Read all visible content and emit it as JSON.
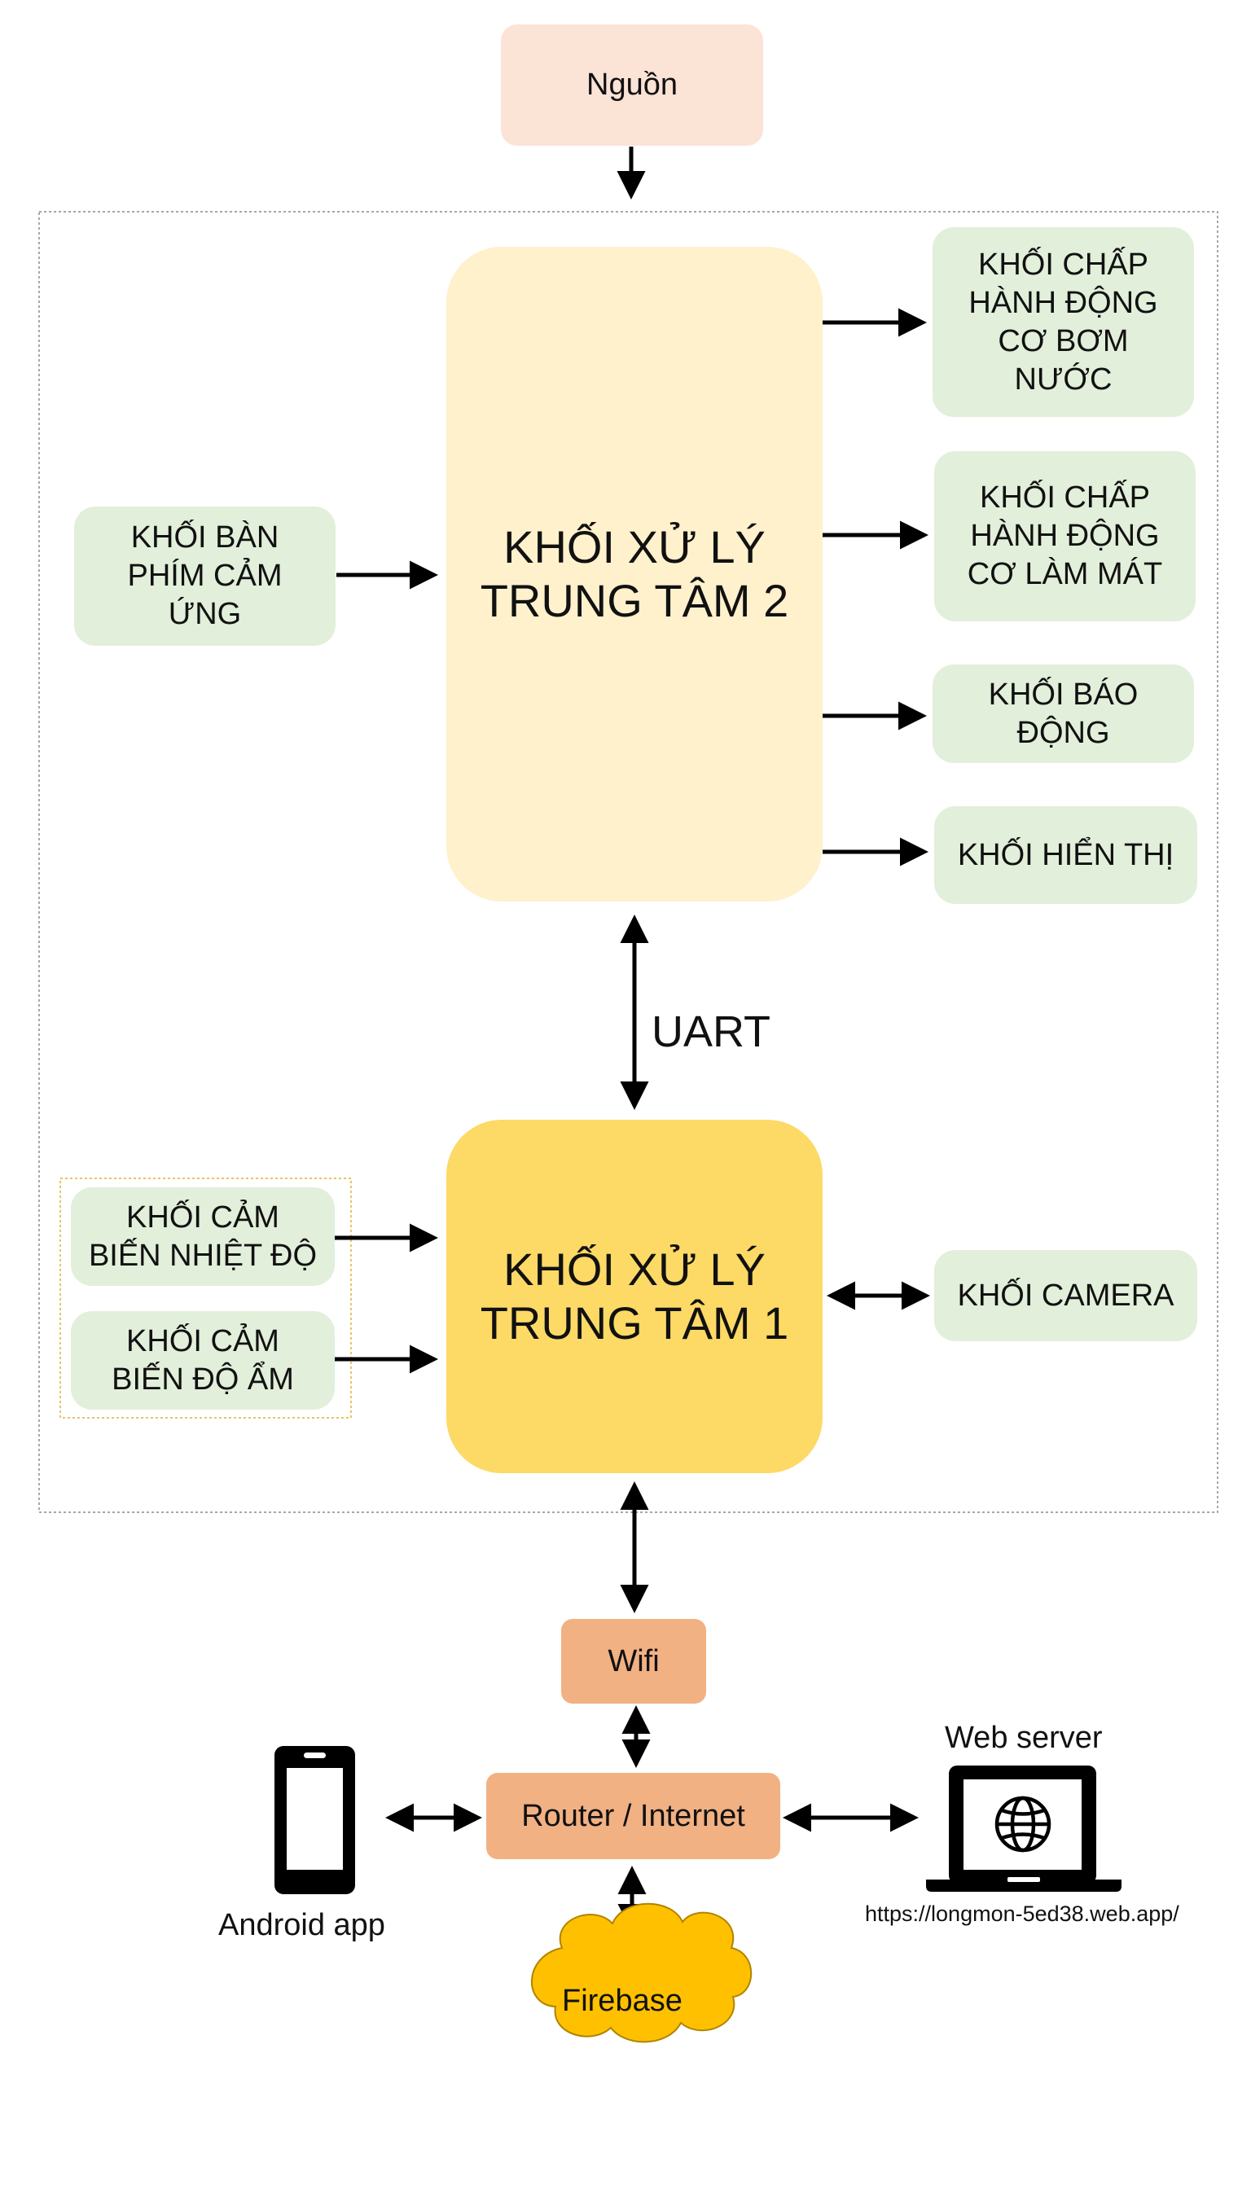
{
  "colors": {
    "power": "#fbe3d6",
    "cpu2": "#fef1cc",
    "cpu1": "#fdd966",
    "block": "#e2efda",
    "network": "#f2b183",
    "cloud": "#ffc000",
    "arrow": "#000000"
  },
  "power": {
    "label": "Nguồn"
  },
  "cpu2": {
    "label": "KHỐI XỬ LÝ\nTRUNG TÂM 2"
  },
  "cpu1": {
    "label": "KHỐI XỬ LÝ\nTRUNG TÂM 1"
  },
  "uart": {
    "label": "UART"
  },
  "keypad": {
    "label": "KHỐI BÀN\nPHÍM CẢM\nỨNG"
  },
  "outputs": {
    "pump": "KHỐI CHẤP\nHÀNH ĐỘNG\nCƠ BƠM\nNƯỚC",
    "cooling": "KHỐI CHẤP\nHÀNH ĐỘNG\nCƠ LÀM MÁT",
    "alarm": "KHỐI BÁO\nĐỘNG",
    "display": "KHỐI HIỂN THỊ"
  },
  "sensors": {
    "temperature": "KHỐI CẢM\nBIẾN NHIỆT ĐỘ",
    "humidity": "KHỐI CẢM\nBIẾN ĐỘ ẨM"
  },
  "camera": {
    "label": "KHỐI CAMERA"
  },
  "network": {
    "wifi": "Wifi",
    "router": "Router / Internet",
    "android_label": "Android app",
    "web_server_label": "Web server",
    "web_url": "https://longmon-5ed38.web.app/",
    "firebase": "Firebase"
  }
}
